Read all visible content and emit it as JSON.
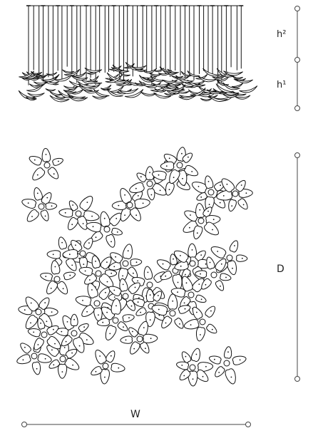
{
  "dimension_labels": {
    "h2": "h²",
    "h1": "h¹",
    "depth": "D",
    "width": "W"
  },
  "colors": {
    "ink": "#111111",
    "dim_line": "#444444",
    "background": "#ffffff"
  },
  "views": [
    "elevation",
    "plan"
  ]
}
